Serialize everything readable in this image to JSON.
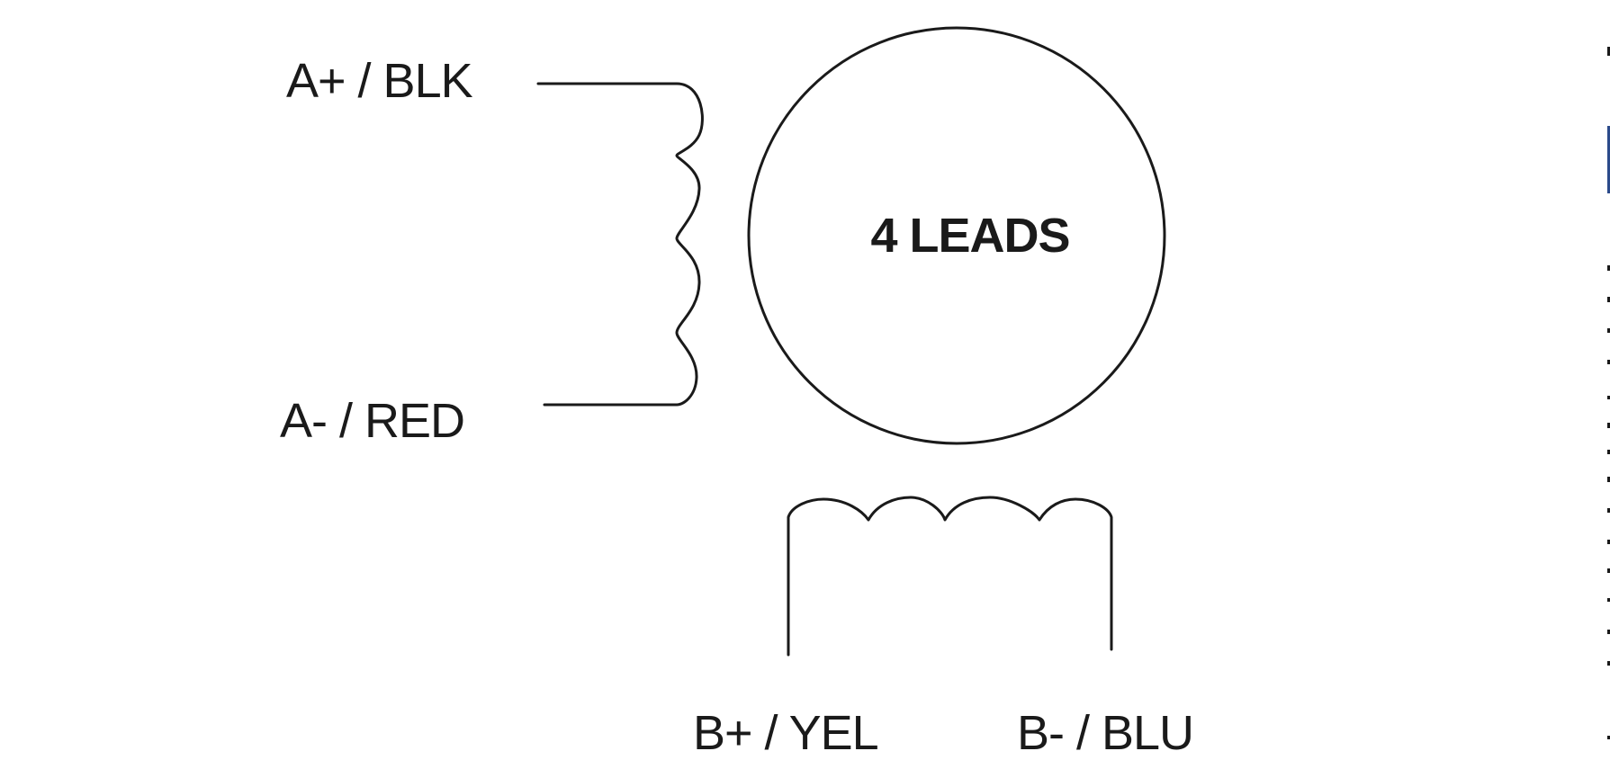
{
  "diagram": {
    "center_label": "4 LEADS",
    "leads": {
      "a_plus": "A+ / BLK",
      "a_minus": "A- / RED",
      "b_plus": "B+ / YEL",
      "b_minus": "B- / BLU"
    }
  }
}
